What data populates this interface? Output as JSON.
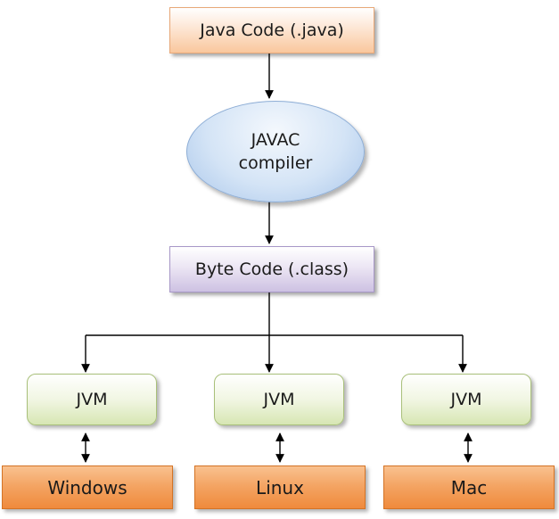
{
  "nodes": {
    "source": "Java Code (.java)",
    "compiler_line1": "JAVAC",
    "compiler_line2": "compiler",
    "bytecode": "Byte Code (.class)",
    "jvm_windows": "JVM",
    "jvm_linux": "JVM",
    "jvm_mac": "JVM",
    "os_windows": "Windows",
    "os_linux": "Linux",
    "os_mac": "Mac"
  },
  "edges": [
    {
      "from": "source",
      "to": "compiler",
      "style": "one-way"
    },
    {
      "from": "compiler",
      "to": "bytecode",
      "style": "one-way"
    },
    {
      "from": "bytecode",
      "to": "jvm_windows",
      "style": "one-way"
    },
    {
      "from": "bytecode",
      "to": "jvm_linux",
      "style": "one-way"
    },
    {
      "from": "bytecode",
      "to": "jvm_mac",
      "style": "one-way"
    },
    {
      "from": "jvm_windows",
      "to": "os_windows",
      "style": "two-way"
    },
    {
      "from": "jvm_linux",
      "to": "os_linux",
      "style": "two-way"
    },
    {
      "from": "jvm_mac",
      "to": "os_mac",
      "style": "two-way"
    }
  ],
  "colors": {
    "source_fill": "#f9c79d",
    "compiler_fill": "#a9c6ea",
    "bytecode_fill": "#cdc1e2",
    "jvm_fill": "#d7e6b3",
    "os_fill": "#ef8a3c",
    "connector": "#000000"
  }
}
